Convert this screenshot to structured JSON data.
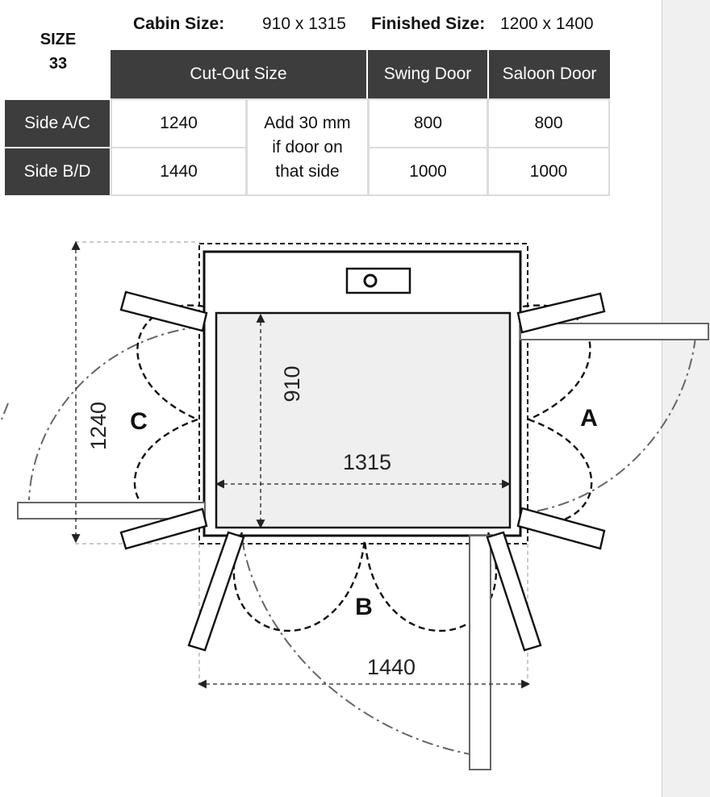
{
  "table": {
    "size_label": "SIZE\n33",
    "cabin_size_label": "Cabin Size:",
    "cabin_size_value": "910 x 1315",
    "finished_size_label": "Finished Size:",
    "finished_size_value": "1200 x 1400",
    "col_cutout": "Cut-Out Size",
    "col_swing": "Swing Door",
    "col_saloon": "Saloon Door",
    "rows": [
      {
        "side": "Side A/C",
        "cutout": "1240",
        "swing": "800",
        "saloon": "800"
      },
      {
        "side": "Side B/D",
        "cutout": "1440",
        "swing": "1000",
        "saloon": "1000"
      }
    ],
    "note": "Add 30 mm\nif door on\nthat side"
  },
  "diagram": {
    "dim_width": "1315",
    "dim_depth": "910",
    "dim_side_ac": "1240",
    "dim_side_bd": "1440",
    "label_a": "A",
    "label_b": "B",
    "label_c": "C"
  }
}
